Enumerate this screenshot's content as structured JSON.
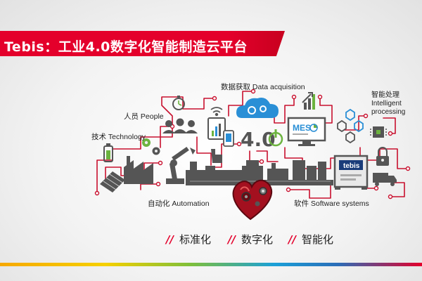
{
  "banner": {
    "title": "Tebis：工业4.0数字化智能制造云平台"
  },
  "labels": {
    "data_acquisition": "数据获取 Data acquisition",
    "people": "人员 People",
    "technology": "技术 Technology",
    "automation": "自动化  Automation",
    "software_systems": "软件  Software systems",
    "intelligent_line1": "智能处理",
    "intelligent_line2": "Intelligent",
    "intelligent_line3": "processing"
  },
  "screens": {
    "mes_label": "MES",
    "industry_label": "4.0",
    "tebis_logo": "tebis"
  },
  "slogans": {
    "mark": "//",
    "item1": "标准化",
    "item2": "数字化",
    "item3": "智能化"
  },
  "colors": {
    "brand_red": "#e4002b",
    "circuit_red": "#c8102e",
    "icon_gray": "#555555",
    "accent_green": "#6cb33f",
    "accent_blue": "#2a8fd6"
  }
}
